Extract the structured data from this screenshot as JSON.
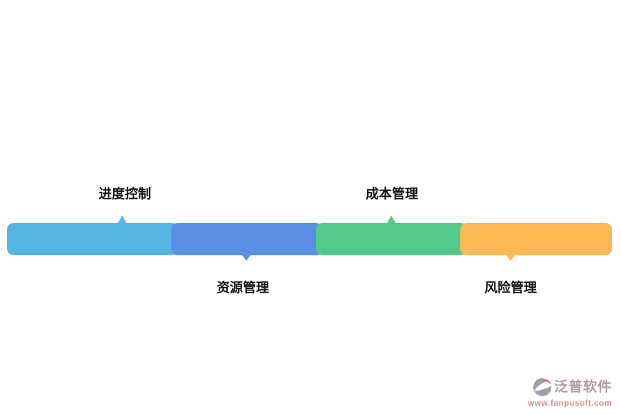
{
  "diagram": {
    "type": "segmented-process-bar",
    "segments": [
      {
        "label": "进度控制",
        "color": "#55B5E2",
        "label_position": "top"
      },
      {
        "label": "资源管理",
        "color": "#5A90E4",
        "label_position": "bottom"
      },
      {
        "label": "成本管理",
        "color": "#53C98C",
        "label_position": "top"
      },
      {
        "label": "风险管理",
        "color": "#FCB852",
        "label_position": "bottom"
      }
    ]
  },
  "watermark": {
    "brand": "泛普软件",
    "url": "www.fanpusoft.com",
    "brand_color": "#B5989C",
    "url_color": "#D88F8F",
    "icon_gray": "#9AA2AB",
    "icon_red": "#C5767C"
  }
}
